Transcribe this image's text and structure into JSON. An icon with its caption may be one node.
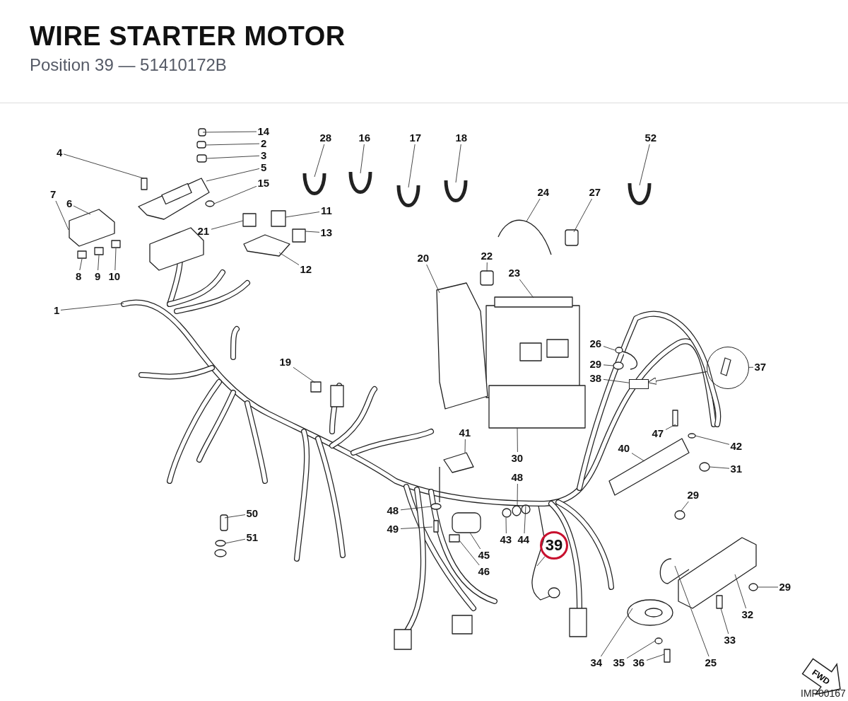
{
  "diagram": {
    "title": "WIRE STARTER MOTOR",
    "nodes": [
      {
        "text": [
          "14"
        ]
      },
      {
        "text": [
          "2"
        ]
      },
      {
        "text": [
          "3"
        ]
      },
      {
        "text": [
          "4"
        ]
      },
      {
        "text": [
          "5"
        ]
      },
      {
        "text": [
          "15"
        ]
      },
      {
        "text": [
          "7"
        ]
      },
      {
        "text": [
          "6"
        ]
      },
      {
        "text": [
          "11"
        ]
      },
      {
        "text": [
          "21"
        ]
      },
      {
        "text": [
          "13"
        ]
      },
      {
        "text": [
          "12"
        ]
      },
      {
        "text": [
          "8"
        ]
      },
      {
        "text": [
          "9"
        ]
      },
      {
        "text": [
          "10"
        ]
      },
      {
        "text": [
          "28"
        ]
      },
      {
        "text": [
          "16"
        ]
      },
      {
        "text": [
          "17"
        ]
      },
      {
        "text": [
          "18"
        ]
      },
      {
        "text": [
          "52"
        ]
      },
      {
        "text": [
          "24"
        ]
      },
      {
        "text": [
          "27"
        ]
      },
      {
        "text": [
          "20"
        ]
      },
      {
        "text": [
          "22"
        ]
      },
      {
        "text": [
          "23"
        ]
      },
      {
        "text": [
          "1"
        ]
      },
      {
        "text": [
          "26"
        ]
      },
      {
        "text": [
          "19"
        ]
      },
      {
        "text": [
          "29"
        ]
      },
      {
        "text": [
          "37"
        ]
      },
      {
        "text": [],
        "shape": "circle"
      },
      {
        "text": [
          "38"
        ]
      },
      {
        "text": [
          "41"
        ]
      },
      {
        "text": [
          "47"
        ]
      },
      {
        "text": [
          "42"
        ]
      },
      {
        "text": [
          "30"
        ]
      },
      {
        "text": [
          "40"
        ]
      },
      {
        "text": [
          "31"
        ]
      },
      {
        "text": [
          "48"
        ]
      },
      {
        "text": [
          "48"
        ]
      },
      {
        "text": [
          "50"
        ]
      },
      {
        "text": [
          "29"
        ]
      },
      {
        "text": [
          "49"
        ]
      },
      {
        "text": [
          "51"
        ]
      },
      {
        "text": [
          "43"
        ]
      },
      {
        "text": [
          "44"
        ]
      },
      {
        "text": [
          "39"
        ]
      },
      {
        "text": [
          "45"
        ]
      },
      {
        "text": [
          "46"
        ]
      },
      {
        "text": [
          "29"
        ]
      },
      {
        "text": [
          "32"
        ]
      },
      {
        "text": [
          "33"
        ]
      },
      {
        "text": [
          "34"
        ]
      },
      {
        "text": [
          "35"
        ]
      },
      {
        "text": [
          "36"
        ]
      },
      {
        "text": [
          "25"
        ]
      },
      {
        "text": [],
        "shape": "box"
      }
    ],
    "edges": [
      {
        "from": 0,
        "to": null,
        "arrow": "none"
      },
      {
        "from": 1,
        "to": null,
        "arrow": "none"
      },
      {
        "from": 2,
        "to": null,
        "arrow": "none"
      },
      {
        "from": 3,
        "to": null,
        "arrow": "none"
      },
      {
        "from": 4,
        "to": null,
        "arrow": "none"
      },
      {
        "from": 5,
        "to": null,
        "arrow": "none"
      },
      {
        "from": 6,
        "to": null,
        "arrow": "none"
      },
      {
        "from": 7,
        "to": null,
        "arrow": "none"
      },
      {
        "from": 8,
        "to": null,
        "arrow": "none"
      },
      {
        "from": 9,
        "to": null,
        "arrow": "none"
      },
      {
        "from": 10,
        "to": null,
        "arrow": "none"
      },
      {
        "from": 11,
        "to": null,
        "arrow": "none"
      },
      {
        "from": 12,
        "to": null,
        "arrow": "none"
      },
      {
        "from": 13,
        "to": null,
        "arrow": "none"
      },
      {
        "from": 14,
        "to": null,
        "arrow": "none"
      },
      {
        "from": 15,
        "to": null,
        "arrow": "none"
      },
      {
        "from": 16,
        "to": null,
        "arrow": "none"
      },
      {
        "from": 17,
        "to": null,
        "arrow": "none"
      },
      {
        "from": 18,
        "to": null,
        "arrow": "none"
      },
      {
        "from": 19,
        "to": null,
        "arrow": "none"
      },
      {
        "from": 20,
        "to": null,
        "arrow": "none"
      },
      {
        "from": 21,
        "to": null,
        "arrow": "none"
      },
      {
        "from": 22,
        "to": null,
        "arrow": "none"
      },
      {
        "from": 23,
        "to": null,
        "arrow": "none"
      },
      {
        "from": 24,
        "to": null,
        "arrow": "none"
      },
      {
        "from": 25,
        "to": null,
        "arrow": "none"
      },
      {
        "from": 26,
        "to": null,
        "arrow": "none"
      },
      {
        "from": 27,
        "to": null,
        "arrow": "none"
      },
      {
        "from": 28,
        "to": null,
        "arrow": "none"
      },
      {
        "from": 29,
        "to": 30,
        "arrow": "none"
      },
      {
        "from": 30,
        "to": 56,
        "arrow": "to"
      },
      {
        "from": 31,
        "to": 56,
        "arrow": "none"
      },
      {
        "from": 32,
        "to": null,
        "arrow": "none"
      },
      {
        "from": 33,
        "to": null,
        "arrow": "none"
      },
      {
        "from": 34,
        "to": null,
        "arrow": "none"
      },
      {
        "from": 35,
        "to": null,
        "arrow": "none"
      },
      {
        "from": 36,
        "to": null,
        "arrow": "none"
      },
      {
        "from": 37,
        "to": null,
        "arrow": "none"
      },
      {
        "from": 38,
        "to": null,
        "arrow": "none"
      },
      {
        "from": 39,
        "to": null,
        "arrow": "none"
      },
      {
        "from": 40,
        "to": null,
        "arrow": "none"
      },
      {
        "from": 41,
        "to": null,
        "arrow": "none"
      },
      {
        "from": 42,
        "to": null,
        "arrow": "none"
      },
      {
        "from": 43,
        "to": null,
        "arrow": "none"
      },
      {
        "from": 44,
        "to": null,
        "arrow": "none"
      },
      {
        "from": 45,
        "to": null,
        "arrow": "none"
      },
      {
        "from": 46,
        "to": null,
        "arrow": "none"
      },
      {
        "from": 47,
        "to": null,
        "arrow": "none"
      },
      {
        "from": 48,
        "to": null,
        "arrow": "none"
      },
      {
        "from": 49,
        "to": null,
        "arrow": "none"
      },
      {
        "from": 50,
        "to": null,
        "arrow": "none"
      },
      {
        "from": 51,
        "to": null,
        "arrow": "none"
      },
      {
        "from": 52,
        "to": null,
        "arrow": "none"
      },
      {
        "from": 53,
        "to": null,
        "arrow": "none"
      },
      {
        "from": 54,
        "to": null,
        "arrow": "none"
      },
      {
        "from": 55,
        "to": null,
        "arrow": "none"
      }
    ],
    "labels": [
      "Position 39 — 51410172B",
      "FWD",
      "IMP00167"
    ]
  }
}
